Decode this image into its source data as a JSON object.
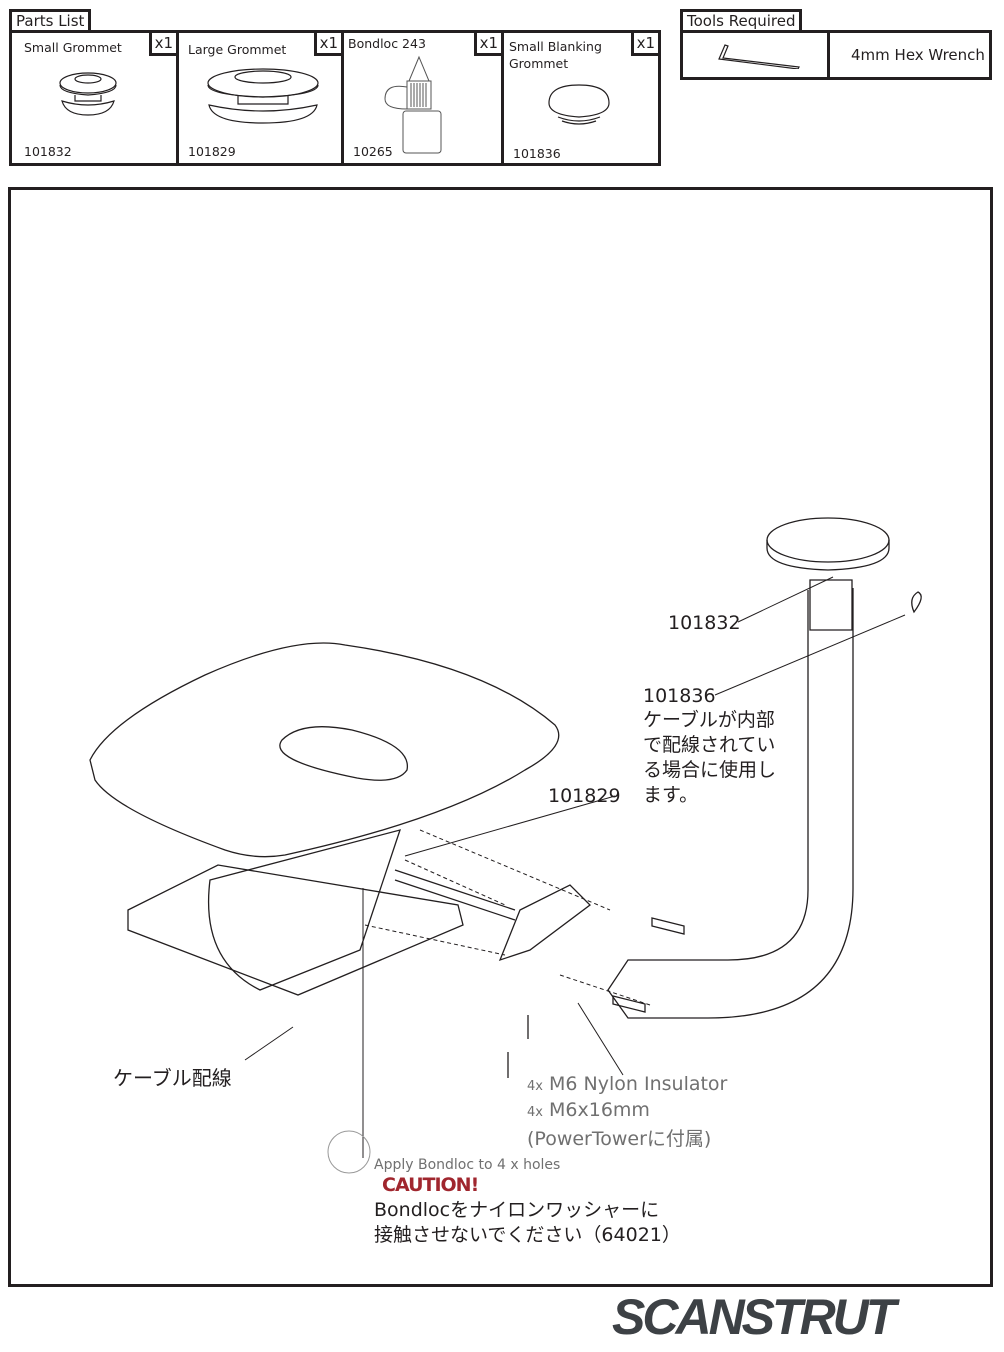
{
  "parts_list": {
    "title": "Parts List",
    "items": [
      {
        "name": "Small Grommet",
        "qty": "x1",
        "code": "101832",
        "icon": "small-grommet-icon"
      },
      {
        "name": "Large Grommet",
        "qty": "x1",
        "code": "101829",
        "icon": "large-grommet-icon"
      },
      {
        "name": "Bondloc 243",
        "qty": "x1",
        "code": "10265",
        "icon": "bondloc-bottle-icon"
      },
      {
        "name": "Small Blanking Grommet",
        "qty": "x1",
        "code": "101836",
        "icon": "blanking-grommet-icon"
      }
    ]
  },
  "tools": {
    "title": "Tools Required",
    "items": [
      {
        "name": "4mm Hex Wrench",
        "icon": "hex-wrench-icon"
      }
    ]
  },
  "diagram": {
    "callout_101832": "101832",
    "callout_101836": "101836",
    "callout_101836_note": [
      "ケーブルが内部",
      "で配線されてい",
      "る場合に使用し",
      "ます。"
    ],
    "callout_101829": "101829",
    "cable_routing": "ケーブル配線",
    "insulator_qty": "4x",
    "insulator": "M6 Nylon Insulator",
    "bolt_qty": "4x",
    "bolt": "M6x16mm",
    "bolt_note": "(PowerTowerに付属)",
    "bondloc_apply": "Apply Bondloc to 4 x holes",
    "caution": "CAUTION!",
    "caution_text": [
      "Bondlocをナイロンワッシャーに",
      "接触させないでください（64021）"
    ]
  },
  "brand": {
    "logo": "SCANSTRUT",
    "color": "#3d4145"
  },
  "colors": {
    "caution": "#a0262e",
    "line": "#231f20"
  }
}
